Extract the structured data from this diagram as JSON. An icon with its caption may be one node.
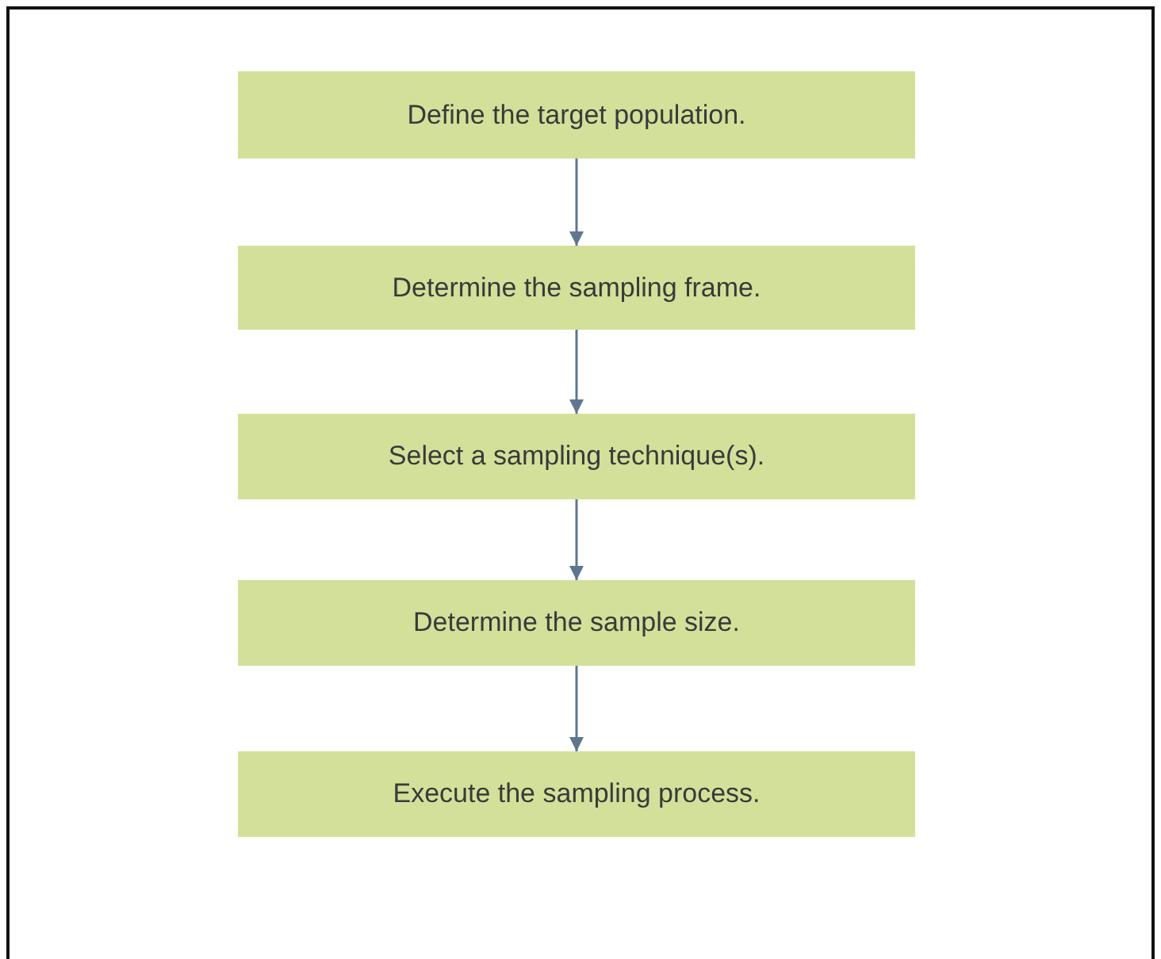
{
  "diagram": {
    "nodes": [
      {
        "text": [
          "Define the target population."
        ]
      },
      {
        "text": [
          "Determine the sampling frame."
        ]
      },
      {
        "text": [
          "Select a sampling technique(s)."
        ]
      },
      {
        "text": [
          "Determine the sample size."
        ]
      },
      {
        "text": [
          "Execute the sampling process."
        ]
      }
    ],
    "edges": [
      {
        "from": 0,
        "to": 1,
        "arrow": "to"
      },
      {
        "from": 1,
        "to": 2,
        "arrow": "to"
      },
      {
        "from": 2,
        "to": 3,
        "arrow": "to"
      },
      {
        "from": 3,
        "to": 4,
        "arrow": "to"
      }
    ]
  }
}
